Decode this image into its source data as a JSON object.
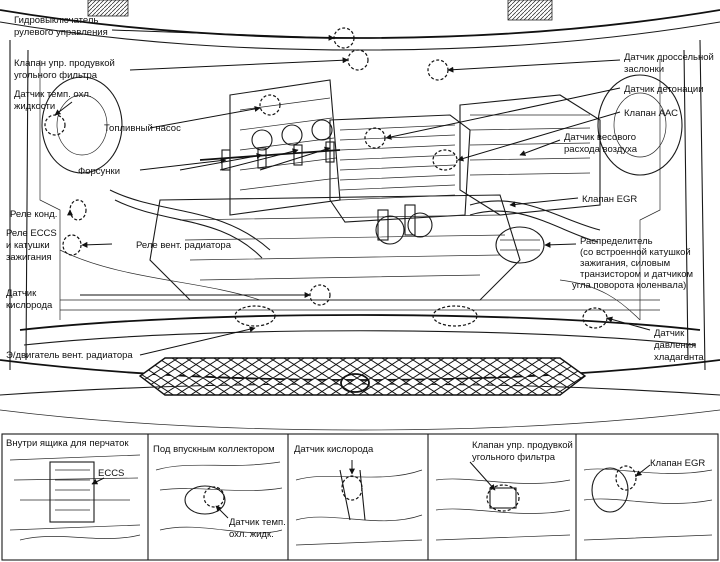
{
  "labels": {
    "power_steering_switch": [
      "Гидровыключатель",
      "рулевого управления"
    ],
    "canister_purge_valve": [
      "Клапан упр. продувкой",
      "угольного фильтра"
    ],
    "coolant_temp_sensor": [
      "Датчик темп. охл.",
      "жидкости"
    ],
    "fuel_pump": "Топливный насос",
    "injectors": "Форсунки",
    "ac_relay": "Реле конд.",
    "ecc_relay": [
      "Реле ECCS",
      "и катушки",
      "зажигания"
    ],
    "fan_relay": "Реле вент. радиатора",
    "oxygen_sensor": [
      "Датчик",
      "кислорода"
    ],
    "fan_motor": "Э/двигатель вент. радиатора",
    "throttle_sensor": [
      "Датчик дроссельной",
      "заслонки"
    ],
    "knock_sensor": "Датчик детонации",
    "aac_valve": "Клапан ААС",
    "mass_airflow_sensor": [
      "Датчик весового",
      "расхода воздуха"
    ],
    "egr_valve": "Клапан EGR",
    "distributor": [
      "Распределитель",
      "(со встроенной катушкой",
      "зажигания, силовым",
      "транзистором и датчиком",
      "угла поворота коленвала)"
    ],
    "refrigerant_pressure_sensor": [
      "Датчик",
      "давления",
      "хладагента"
    ]
  },
  "insets": [
    {
      "title": "Внутри ящика для перчаток",
      "callout": "ECCS"
    },
    {
      "title": "Под впускным коллектором",
      "callout": [
        "Датчик темп.",
        "охл. жидк."
      ]
    },
    {
      "title": "Датчик кислорода"
    },
    {
      "title": [
        "Клапан упр. продувкой",
        "угольного фильтра"
      ]
    },
    {
      "callout": "Клапан EGR"
    }
  ]
}
